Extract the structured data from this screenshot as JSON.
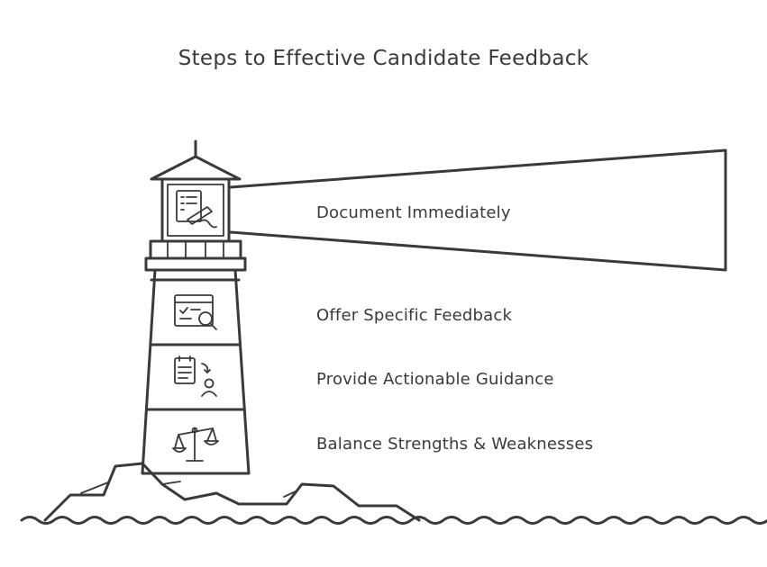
{
  "title": "Steps to Effective Candidate Feedback",
  "steps": [
    {
      "label": "Document Immediately",
      "icon": "document-pen-icon"
    },
    {
      "label": "Offer Specific Feedback",
      "icon": "inspect-window-icon"
    },
    {
      "label": "Provide Actionable Guidance",
      "icon": "checklist-person-icon"
    },
    {
      "label": "Balance Strengths & Weaknesses",
      "icon": "balance-scale-icon"
    }
  ],
  "colors": {
    "ink": "#3a3a3a",
    "background": "#ffffff"
  }
}
